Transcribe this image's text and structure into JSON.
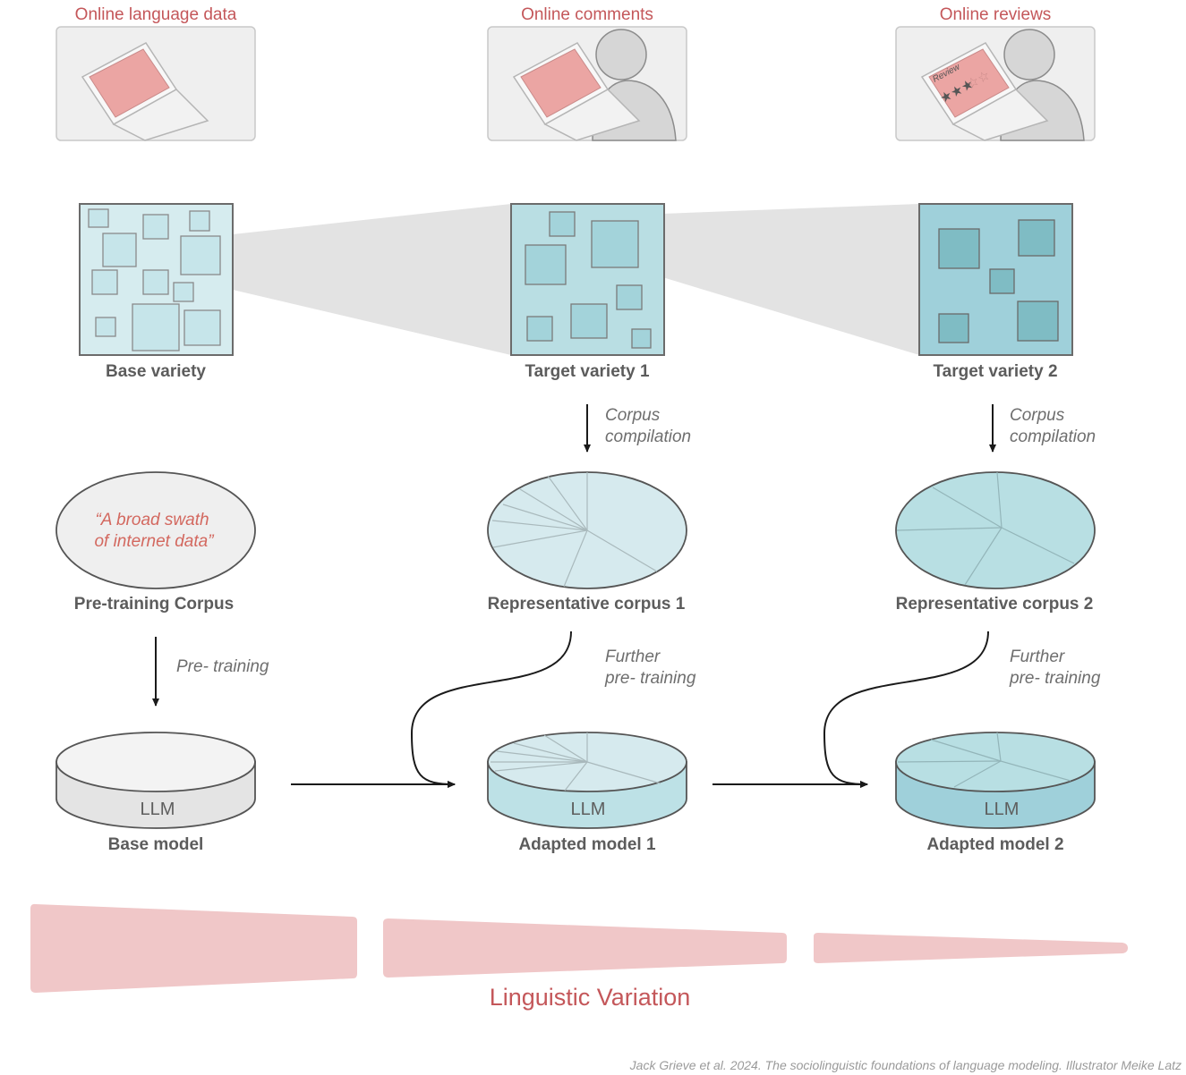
{
  "headers": {
    "col1": "Online language data",
    "col2": "Online comments",
    "col3": "Online reviews"
  },
  "laptop_review_text": "Review",
  "varieties": {
    "base": "Base variety",
    "target1": "Target variety 1",
    "target2": "Target variety 2"
  },
  "steps": {
    "compilation1_line1": "Corpus",
    "compilation1_line2": "compilation",
    "compilation2_line1": "Corpus",
    "compilation2_line2": "compilation",
    "pretraining": "Pre- training",
    "further1_line1": "Further",
    "further1_line2": "pre- training",
    "further2_line1": "Further",
    "further2_line2": "pre- training"
  },
  "corpora": {
    "pretraining_quote_line1": "“A broad swath",
    "pretraining_quote_line2": "of internet data”",
    "pretraining": "Pre-training Corpus",
    "rep1": "Representative corpus 1",
    "rep2": "Representative corpus 2"
  },
  "models": {
    "llm_text": "LLM",
    "base": "Base model",
    "adapted1": "Adapted model 1",
    "adapted2": "Adapted model 2"
  },
  "variation_label": "Linguistic Variation",
  "credit": "Jack Grieve et al. 2024. The sociolinguistic foundations of language modeling. Illustrator Meike Latz",
  "colors": {
    "header_red": "#c4575a",
    "screen_pink": "#eba5a3",
    "panel_gray": "#efefef",
    "variety_base": "#d6ecef",
    "variety_t1": "#b9dee3",
    "variety_t2": "#9fd0da",
    "wedge_pink": "#f0c7c8",
    "label_gray": "#5c5c5c"
  }
}
